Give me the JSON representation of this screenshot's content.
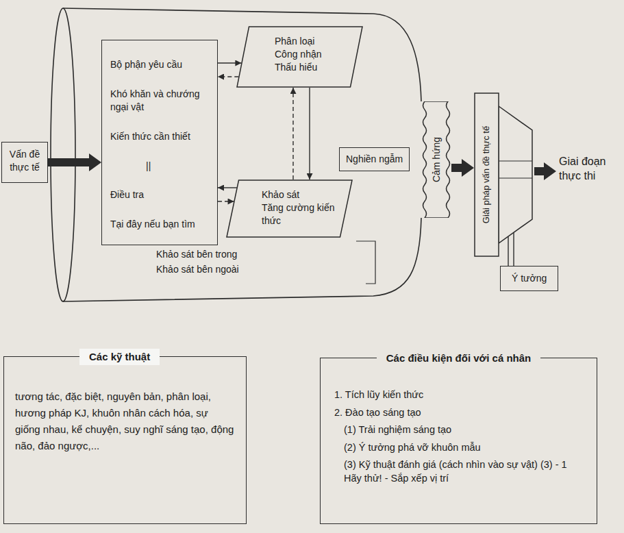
{
  "diagram": {
    "nodes": [
      {
        "text": [
          "Vấn đề thực tế"
        ]
      },
      {
        "text": [
          "Bộ phận yêu cầu",
          "Khó khăn và chướng ngại vật",
          "Kiến thức cần thiết",
          "||",
          "Điều tra",
          "Tại đây nếu bạn tìm"
        ]
      },
      {
        "text": [
          "Phân loại",
          "Công nhận",
          "Thấu hiểu"
        ]
      },
      {
        "text": [
          "Khảo sát",
          "Tăng cường kiến thức"
        ]
      },
      {
        "text": [
          "Nghiền ngẫm"
        ]
      },
      {
        "text": [
          "Cảm hứng"
        ]
      },
      {
        "text": [
          "Giải pháp vấn đề thực tế"
        ]
      },
      {
        "text": [
          "Ý tưởng"
        ]
      },
      {
        "text": [
          "Các kỹ thuật",
          "tương tác, đặc biệt, nguyên bản, phân loại, hương pháp KJ, khuôn nhân cách hóa, sự giống nhau, kể chuyện, suy nghĩ sáng tạo, động não, đảo ngược,..."
        ]
      },
      {
        "text": [
          "Các điều kiện đối với cá nhân",
          "1. Tích lũy kiến thức",
          "2. Đào tạo sáng tạo",
          "(1) Trải nghiệm sáng tạo",
          "(2) Ý tưởng phá vỡ khuôn mẫu",
          "(3) Kỹ thuật đánh giá (cách nhìn vào sự vật) (3) - 1 Hãy thử! - Sắp xếp vị trí"
        ]
      }
    ],
    "edges": [
      {
        "from": 0,
        "to": 1,
        "arrow": "to"
      },
      {
        "from": 1,
        "to": 2,
        "arrow": "to"
      },
      {
        "from": 2,
        "to": 1,
        "arrow": "to"
      },
      {
        "from": 3,
        "to": 1,
        "arrow": "to"
      },
      {
        "from": 1,
        "to": 3,
        "arrow": "to"
      },
      {
        "from": 2,
        "to": 3,
        "arrow": "to"
      },
      {
        "from": 3,
        "to": 2,
        "arrow": "to"
      },
      {
        "from": 5,
        "to": 6,
        "arrow": "to"
      },
      {
        "from": 6,
        "to": 7,
        "arrow": "none"
      }
    ],
    "labels": [
      "Khảo sát bên trong",
      "Khảo sát bên ngoài",
      "Giai đoạn thực thi"
    ]
  }
}
